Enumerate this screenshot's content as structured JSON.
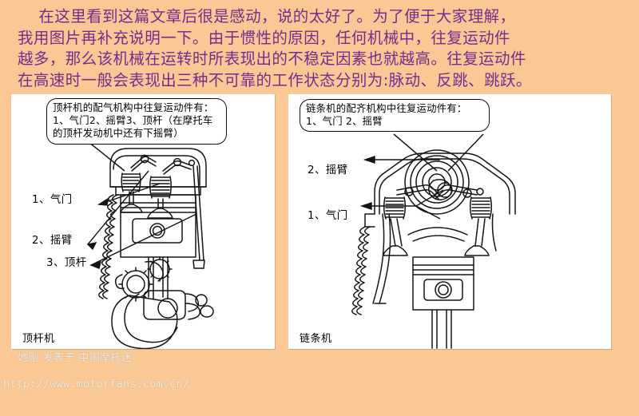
{
  "page": {
    "background_color": "#fac894",
    "header_text_color": "#7a2a8c",
    "panel_background": "#ffffff",
    "line_art_color": "#1a1a1a"
  },
  "header": {
    "paragraph": "    在这里看到这篇文章后很是感动，说的太好了。为了便于大家理解，\n我用图片再补充说明一下。由于惯性的原因，任何机械中，往复运动件\n越多，那么该机械在运转时所表现出的不稳定因素也就越高。往复运动件\n在高速时一般会表现出三种不可靠的工作状态分别为:脉动、反跳、跳跃。"
  },
  "left_panel": {
    "callout": "顶杆机的配气机构中往复运动件有：\n1、气门2、摇臂3、顶杆（在摩托车\n的顶杆发动机中还有下摇臂）",
    "labels": [
      {
        "name": "valve",
        "text": "1、气门"
      },
      {
        "name": "rocker-arm",
        "text": "2、摇臂"
      },
      {
        "name": "pushrod",
        "text": "3、顶杆"
      }
    ],
    "caption": "顶杆机",
    "diagram": "pushrod-engine-cross-section"
  },
  "right_panel": {
    "callout": "链条机的配齐机构中往复运动件有：\n1、气门 2、摇臂",
    "labels": [
      {
        "name": "rocker-arm",
        "text": "2、摇臂"
      },
      {
        "name": "valve",
        "text": "1、气门"
      }
    ],
    "caption": "链条机",
    "diagram": "chain-driven-ohc-engine-cross-section"
  },
  "watermark": {
    "line1": "她刚 发表于 中国摩托迷",
    "line2": "http://www.motorfans.com.cn/"
  }
}
